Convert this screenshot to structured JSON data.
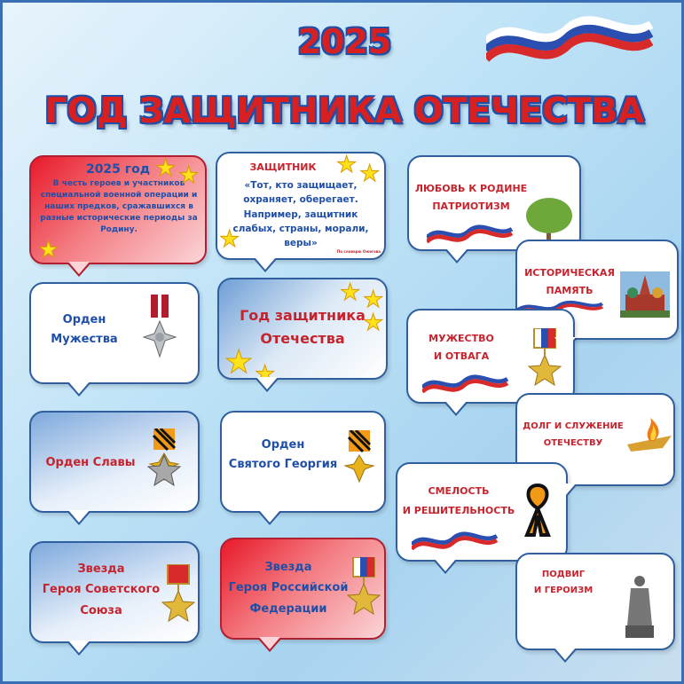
{
  "header": {
    "year": "2025",
    "title": "ГОД ЗАЩИТНИКА ОТЕЧЕСТВА"
  },
  "cards": {
    "intro": {
      "title": "2025 год",
      "text": "В честь героев и участников специальной военной операции и наших предков, сражавшихся в разные исторические периоды за Родину."
    },
    "defender": {
      "title": "ЗАЩИТНИК",
      "quote": "«Тот, кто защищает, охраняет, оберегает. Например, защитник слабых, страны, морали, веры»",
      "source": "По словарю Ожегова"
    },
    "courage_order": {
      "line1": "Орден",
      "line2": "Мужества"
    },
    "year_title": {
      "line1": "Год защитника",
      "line2": "Отечества"
    },
    "glory_order": {
      "label": "Орден Славы"
    },
    "george_order": {
      "line1": "Орден",
      "line2": "Святого Георгия"
    },
    "ussr_hero": {
      "line1": "Звезда",
      "line2": "Героя Советского",
      "line3": "Союза"
    },
    "rf_hero": {
      "line1": "Звезда",
      "line2": "Героя Российской",
      "line3": "Федерации"
    }
  },
  "values": [
    {
      "line1": "ЛЮБОВЬ К РОДИНЕ",
      "line2": "ПАТРИОТИЗМ",
      "icon": "tree-icon"
    },
    {
      "line1": "ИСТОРИЧЕСКАЯ",
      "line2": "ПАМЯТЬ",
      "icon": "cathedral-icon"
    },
    {
      "line1": "МУЖЕСТВО",
      "line2": "И ОТВАГА",
      "icon": "hero-star-icon"
    },
    {
      "line1": "ДОЛГ И СЛУЖЕНИЕ",
      "line2": "ОТЕЧЕСТВУ",
      "icon": "eternal-flame-icon"
    },
    {
      "line1": "СМЕЛОСТЬ",
      "line2": "И РЕШИТЕЛЬНОСТЬ",
      "icon": "st-george-ribbon-icon"
    },
    {
      "line1": "ПОДВИГ",
      "line2": "И ГЕРОИЗМ",
      "icon": "monument-icon"
    }
  ],
  "colors": {
    "red": "#d92020",
    "blue": "#1f4fa8",
    "border": "#2f5f9e"
  }
}
